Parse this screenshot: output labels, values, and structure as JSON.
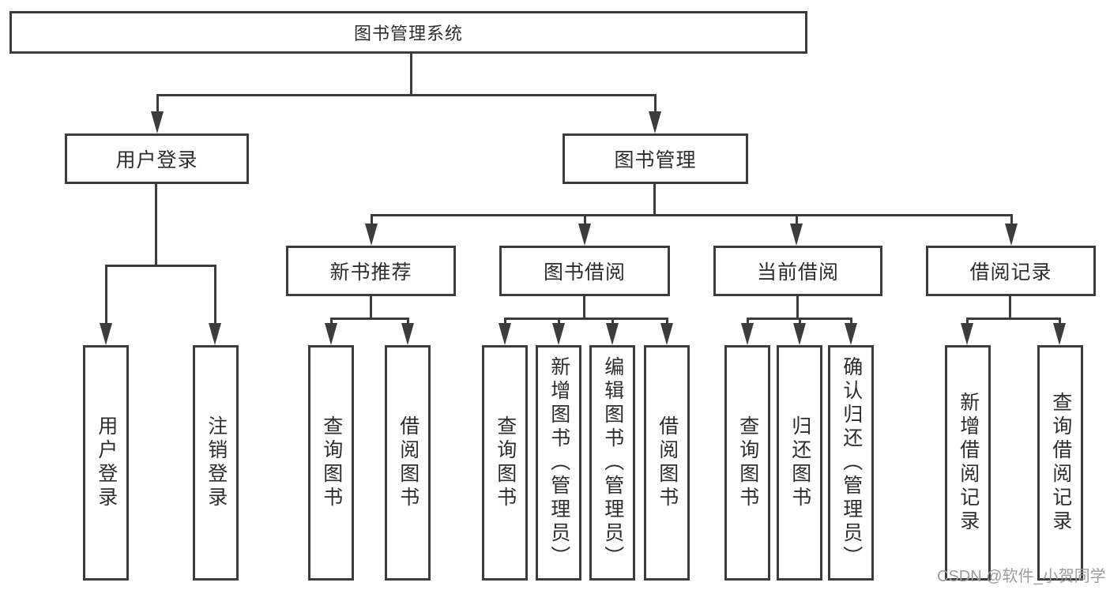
{
  "colors": {
    "line": "#3c3c3c",
    "text": "#2d2d2d",
    "background": "#ffffff",
    "watermark": "#9b9b9b"
  },
  "watermark": {
    "text": "CSDN @软件_小贺同学"
  },
  "diagram": {
    "type": "tree",
    "root": {
      "label": "图书管理系统"
    },
    "children": [
      {
        "label": "用户登录",
        "children": [
          {
            "label": "用户登录"
          },
          {
            "label": "注销登录"
          }
        ]
      },
      {
        "label": "图书管理",
        "children": [
          {
            "label": "新书推荐",
            "children": [
              {
                "label": "查询图书"
              },
              {
                "label": "借阅图书"
              }
            ]
          },
          {
            "label": "图书借阅",
            "children": [
              {
                "label": "查询图书"
              },
              {
                "label": "新增图书（管理员）"
              },
              {
                "label": "编辑图书（管理员）"
              },
              {
                "label": "借阅图书"
              }
            ]
          },
          {
            "label": "当前借阅",
            "children": [
              {
                "label": "查询图书"
              },
              {
                "label": "归还图书"
              },
              {
                "label": "确认归还（管理员）"
              }
            ]
          },
          {
            "label": "借阅记录",
            "children": [
              {
                "label": "新增借阅记录"
              },
              {
                "label": "查询借阅记录"
              }
            ]
          }
        ]
      }
    ]
  }
}
